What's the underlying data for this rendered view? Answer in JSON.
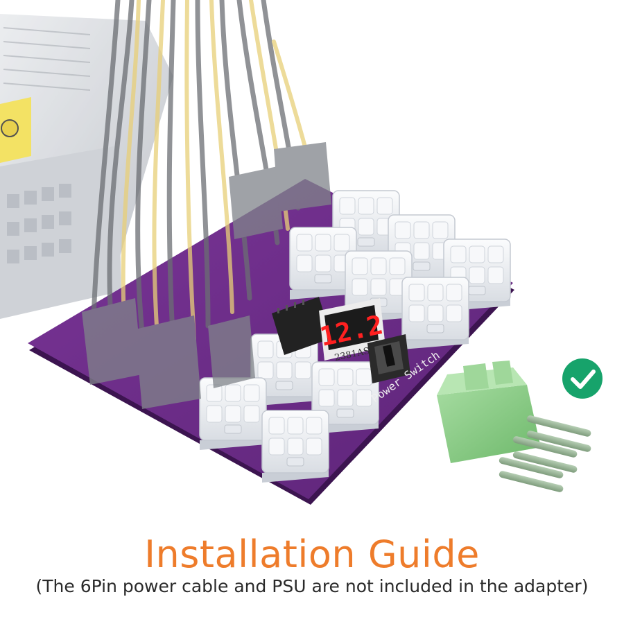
{
  "photo": {
    "display_reading": "12.2",
    "chip_marking": "2381AS",
    "switch_label": "Power Switch",
    "check_badge": "check-icon",
    "colors": {
      "board": "#6a2a86",
      "connector": "#eef0f4",
      "green_plug": "#8ed08a",
      "check_badge": "#17a36b",
      "display_digits": "#ff2020"
    }
  },
  "caption": {
    "title": "Installation Guide",
    "subtitle": "(The 6Pin power cable and PSU are not included in the adapter)",
    "title_color": "#ee7c2b"
  }
}
